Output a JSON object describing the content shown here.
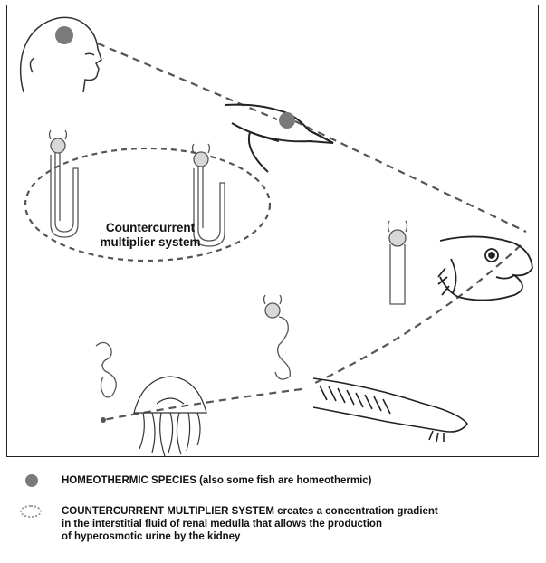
{
  "diagram": {
    "countercurrent_label_line1": "Countercurrent",
    "countercurrent_label_line2": "multiplier system"
  },
  "legend": {
    "items": [
      {
        "icon": "filled-gray-circle-icon",
        "text_line1": "HOMEOTHERMIC SPECIES (also some fish are homeothermic)"
      },
      {
        "icon": "dotted-ellipse-icon",
        "text_line1": "COUNTERCURRENT MULTIPLIER SYSTEM creates a concentration   gradient",
        "text_line2": "in the interstitial fluid of renal medulla that allows the production",
        "text_line3": "of hyperosmotic urine by the kidney"
      }
    ]
  },
  "colors": {
    "homeothermic_dot": "#7a7a7a",
    "light_dot": "#d8d8d8",
    "line": "#555555",
    "frame": "#222222"
  }
}
